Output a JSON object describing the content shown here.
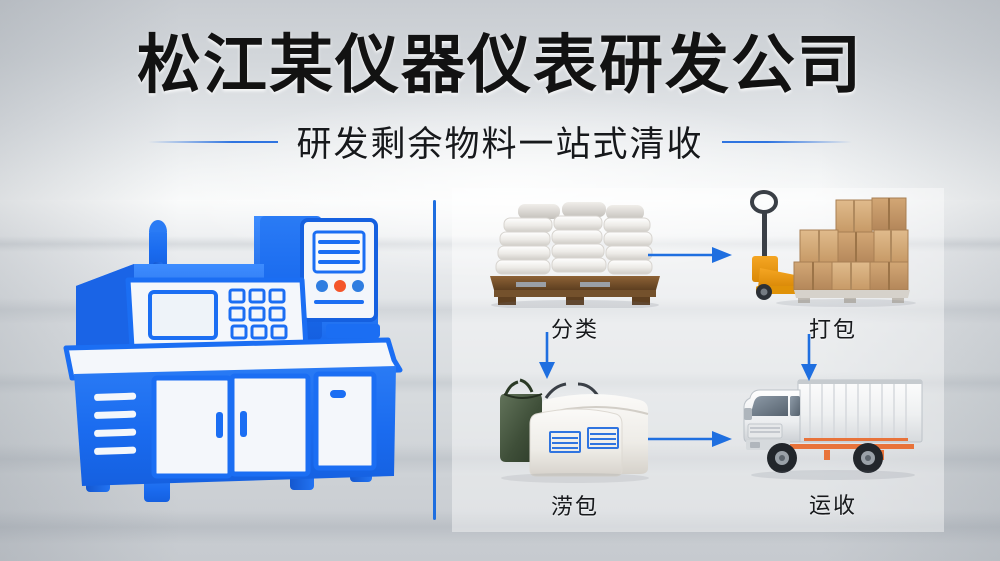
{
  "header": {
    "title": "松江某仪器仪表研发公司",
    "subtitle": "研发剩余物料一站式清收",
    "rule_left_name": "decorative-rule-left",
    "rule_right_name": "decorative-rule-right"
  },
  "left_illustration": {
    "name": "cnc-instrument-machine-illustration",
    "accent_color": "#1b6ef3",
    "panel_color": "#f4f7fb",
    "indicator_red": "#f4552a",
    "indicator_blue": "#2f7de0"
  },
  "divider": {
    "name": "vertical-blue-divider",
    "color": "#1f6fe0"
  },
  "flow": {
    "arrow_color": "#1f6fe0",
    "steps": [
      {
        "id": "sort",
        "label": "分类",
        "image_name": "stacked-white-sacks-on-pallet-image",
        "position": "top-left"
      },
      {
        "id": "pack",
        "label": "打包",
        "image_name": "pallet-jack-with-cardboard-boxes-image",
        "position": "top-right"
      },
      {
        "id": "bag",
        "label": "涝包",
        "image_name": "green-and-white-woven-bags-image",
        "position": "bottom-left"
      },
      {
        "id": "ship",
        "label": "运收",
        "image_name": "white-box-truck-image",
        "position": "bottom-right"
      }
    ],
    "arrows": [
      {
        "id": "sort-to-pack",
        "from": "sort",
        "to": "pack",
        "direction": "right"
      },
      {
        "id": "sort-to-bag",
        "from": "sort",
        "to": "bag",
        "direction": "down"
      },
      {
        "id": "bag-to-ship",
        "from": "bag",
        "to": "ship",
        "direction": "right"
      },
      {
        "id": "pack-to-ship",
        "from": "pack",
        "to": "ship",
        "direction": "down"
      }
    ]
  },
  "background": {
    "name": "studio-concrete-floor-backdrop",
    "top_color": "#c8ccd1",
    "horizon_color": "#fafbfb",
    "floor_color": "#c6cacf"
  }
}
